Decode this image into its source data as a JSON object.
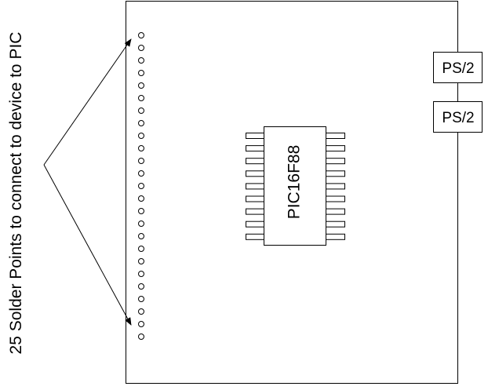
{
  "side_label": "25 Solder Points to connect to device to PIC",
  "chip": {
    "label": "PIC16F88",
    "pins_per_side": 9
  },
  "connectors": [
    {
      "label": "PS/2"
    },
    {
      "label": "PS/2"
    }
  ],
  "solder_points": {
    "count": 25
  },
  "colors": {
    "line": "#000000",
    "background": "#ffffff"
  }
}
